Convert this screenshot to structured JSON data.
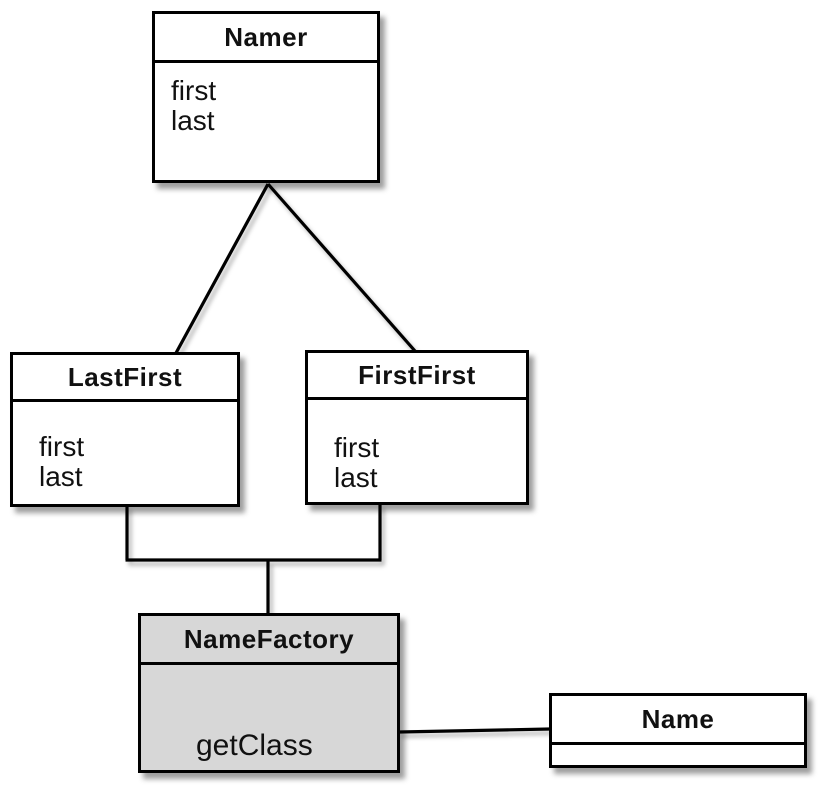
{
  "diagram": {
    "kind": "uml-class-diagram",
    "classes": [
      {
        "id": "namer",
        "name": "Namer",
        "members": [
          "first",
          "last"
        ]
      },
      {
        "id": "lastfirst",
        "name": "LastFirst",
        "members": [
          "first",
          "last"
        ]
      },
      {
        "id": "firstfirst",
        "name": "FirstFirst",
        "members": [
          "first",
          "last"
        ]
      },
      {
        "id": "namefactory",
        "name": "NameFactory",
        "members": [
          "getClass"
        ]
      },
      {
        "id": "name",
        "name": "Name",
        "members": []
      }
    ],
    "relationships": [
      {
        "from": "LastFirst",
        "to": "Namer",
        "type": "generalization"
      },
      {
        "from": "FirstFirst",
        "to": "Namer",
        "type": "generalization"
      },
      {
        "from": "NameFactory",
        "to": "LastFirst",
        "type": "association"
      },
      {
        "from": "NameFactory",
        "to": "FirstFirst",
        "type": "association"
      },
      {
        "from": "NameFactory",
        "to": "Name",
        "type": "association"
      }
    ],
    "colors": {
      "background": "#ffffff",
      "box_fill": "#ffffff",
      "factory_fill": "#d7d7d7",
      "border": "#000000",
      "line": "#000000",
      "text": "#111111"
    }
  }
}
